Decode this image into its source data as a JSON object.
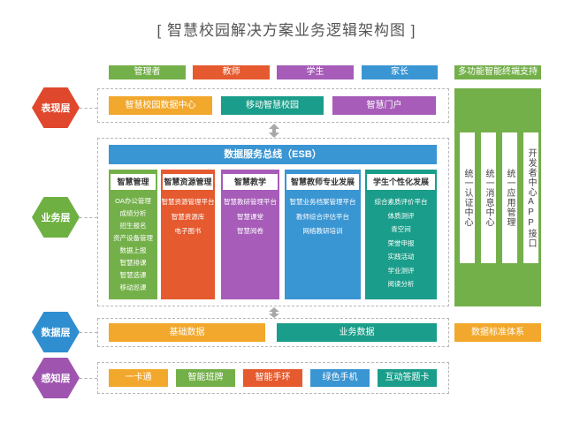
{
  "title": "[ 智慧校园解决方案业务逻辑架构图 ]",
  "colors": {
    "green": "#74b04a",
    "red": "#e55a2e",
    "purple": "#a65cb8",
    "blue": "#3a95d3",
    "teal": "#1a9d8a",
    "orange": "#f2a82c"
  },
  "roles": [
    "管理者",
    "教师",
    "学生",
    "家长"
  ],
  "terminal_support": "多功能智能终端支持",
  "layers": {
    "presentation": {
      "label": "表现层",
      "color": "#e0482d",
      "items": [
        "智慧校园数据中心",
        "移动智慧校园",
        "智慧门户"
      ]
    },
    "business": {
      "label": "业务层",
      "color": "#6eb042",
      "bus": "数据服务总线（ESB）",
      "modules": [
        {
          "title": "智慧管理",
          "items": [
            "OA办公管理",
            "成绩分析",
            "招生报名",
            "资产设备管理",
            "数据上报",
            "智慧排课",
            "智慧选课",
            "移动巡课"
          ]
        },
        {
          "title": "智慧资源管理",
          "items": [
            "智慧资源管理平台",
            "智慧资源库",
            "电子图书"
          ]
        },
        {
          "title": "智慧教学",
          "items": [
            "智慧教研管理平台",
            "智慧课堂",
            "智慧阅卷"
          ]
        },
        {
          "title": "智慧教师专业发展",
          "items": [
            "智慧业务档案管理平台",
            "教师综合评估平台",
            "网络教研培训"
          ]
        },
        {
          "title": "学生个性化发展",
          "items": [
            "综合素质评价平台",
            "体质测评",
            "青空间",
            "荣誉申报",
            "实践活动",
            "学业测评",
            "阅读分析"
          ]
        }
      ]
    },
    "data": {
      "label": "数据层",
      "color": "#2f8ed0",
      "items": [
        "基础数据",
        "业务数据"
      ]
    },
    "perception": {
      "label": "感知层",
      "color": "#9f55b0",
      "items": [
        "一卡通",
        "智能班牌",
        "智能手环",
        "绿色手机",
        "互动答题卡"
      ]
    }
  },
  "platform": {
    "services": [
      "统一认证中心",
      "统一消息中心",
      "统一应用管理",
      "开发者中心APP接口"
    ],
    "data_standard": "数据标准体系"
  }
}
